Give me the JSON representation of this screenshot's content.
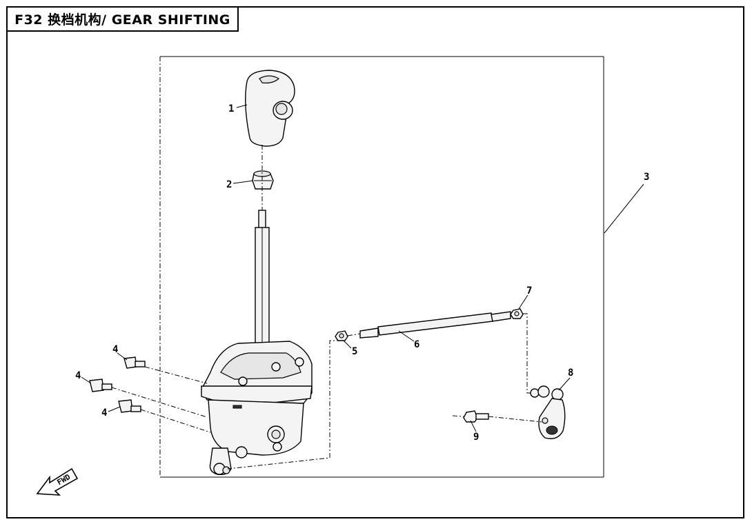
{
  "title": "F32 换档机构/ GEAR SHIFTING",
  "fwd_arrow_text": "FWD",
  "callouts": [
    "1",
    "2",
    "3",
    "4",
    "4",
    "4",
    "5",
    "6",
    "7",
    "8",
    "9"
  ]
}
